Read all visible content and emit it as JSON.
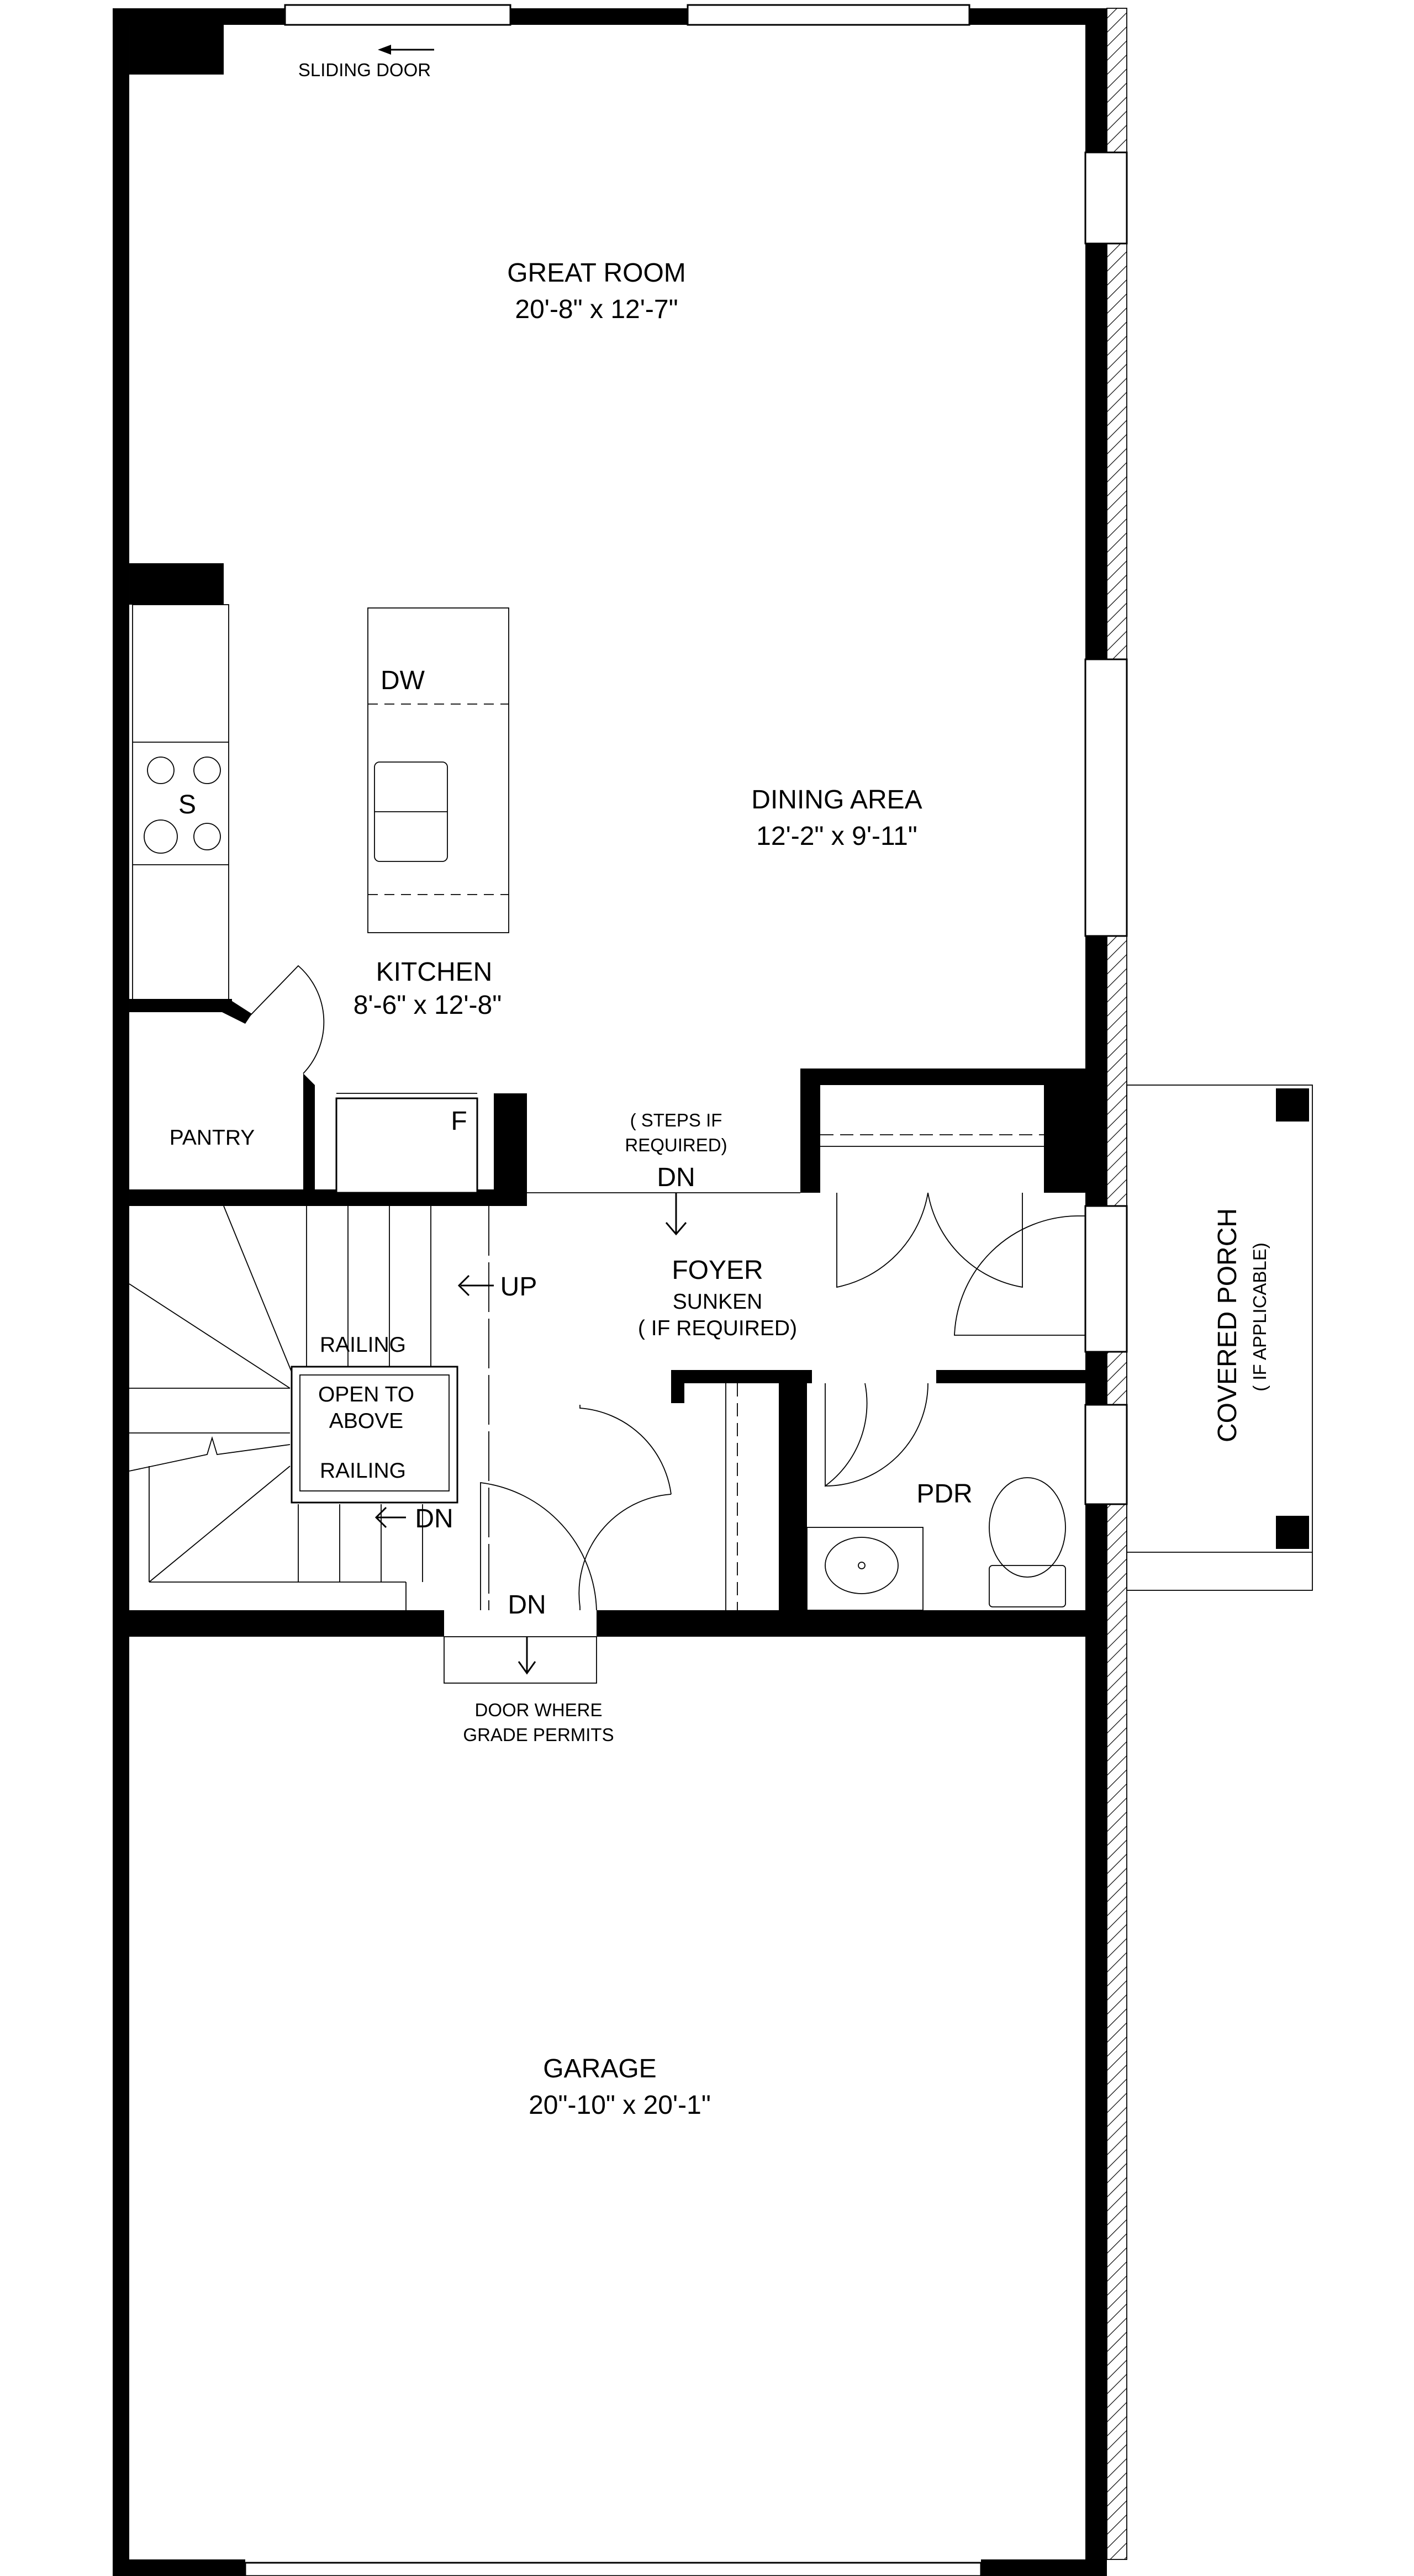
{
  "plan": {
    "sliding_door": "SLIDING DOOR",
    "great_room": {
      "name": "GREAT ROOM",
      "size": "20'-8\" x 12'-7\""
    },
    "dining": {
      "name": "DINING AREA",
      "size": "12'-2\" x 9'-11\""
    },
    "kitchen": {
      "name": "KITCHEN",
      "size": "8'-6\" x 12'-8\""
    },
    "dw": "DW",
    "stove": "S",
    "fridge": "F",
    "pantry": "PANTRY",
    "steps_1": "( STEPS IF",
    "steps_2": "REQUIRED)",
    "dn_foyer": "DN",
    "foyer": {
      "name": "FOYER",
      "sub1": "SUNKEN",
      "sub2": "( IF REQUIRED)"
    },
    "up": "UP",
    "railing_top": "RAILING",
    "open_1": "OPEN TO",
    "open_2": "ABOVE",
    "railing_bottom": "RAILING",
    "dn_stair": "DN",
    "dn_garage": "DN",
    "pdr": "PDR",
    "door_note_1": "DOOR WHERE",
    "door_note_2": "GRADE PERMITS",
    "garage": {
      "name": "GARAGE",
      "size": "20\"-10\" x 20'-1\""
    },
    "porch": {
      "name": "COVERED PORCH",
      "sub": "( IF APPLICABLE)"
    }
  }
}
